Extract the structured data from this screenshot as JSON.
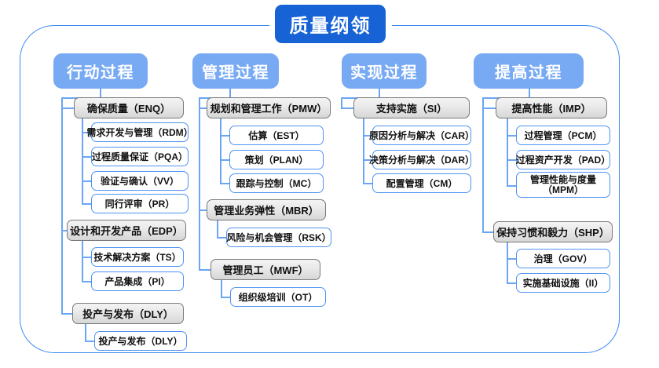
{
  "diagram": {
    "root": {
      "label": "质量纲领"
    },
    "colors": {
      "root_fill": "#1763d6",
      "header_fill": "#78aaf4",
      "frame_stroke": "#3d8bf2",
      "connector": "#6aa6f5",
      "l2_border": "#7a7a7a",
      "l2_fill": "#eaeaea",
      "l3_border": "#4f93f2",
      "text": "#101010"
    },
    "columns": [
      {
        "header": "行动过程",
        "groups": [
          {
            "label": "确保质量（ENQ）",
            "children": [
              "需求开发与管理（RDM）",
              "过程质量保证（PQA）",
              "验证与确认（VV）",
              "同行评审（PR）"
            ]
          },
          {
            "label": "设计和开发产品（EDP）",
            "children": [
              "技术解决方案（TS）",
              "产品集成（PI）"
            ]
          },
          {
            "label": "投产与发布（DLY）",
            "children": [
              "投产与发布（DLY）"
            ]
          }
        ]
      },
      {
        "header": "管理过程",
        "groups": [
          {
            "label": "规划和管理工作（PMW）",
            "children": [
              "估算（EST）",
              "策划（PLAN）",
              "跟踪与控制（MC）"
            ]
          },
          {
            "label": "管理业务弹性（MBR）",
            "children": [
              "风险与机会管理（RSK）"
            ]
          },
          {
            "label": "管理员工（MWF）",
            "children": [
              "组织级培训（OT）"
            ]
          }
        ]
      },
      {
        "header": "实现过程",
        "groups": [
          {
            "label": "支持实施（SI）",
            "children": [
              "原因分析与解决（CAR）",
              "决策分析与解决（DAR）",
              "配置管理（CM）"
            ]
          }
        ]
      },
      {
        "header": "提高过程",
        "groups": [
          {
            "label": "提高性能（IMP）",
            "children": [
              "过程管理（PCM）",
              "过程资产开发（PAD）",
              "管理性能与度量（MPM）"
            ]
          },
          {
            "label": "保持习惯和毅力（SHP）",
            "children": [
              "治理（GOV）",
              "实施基础设施（II）"
            ]
          }
        ]
      }
    ]
  }
}
